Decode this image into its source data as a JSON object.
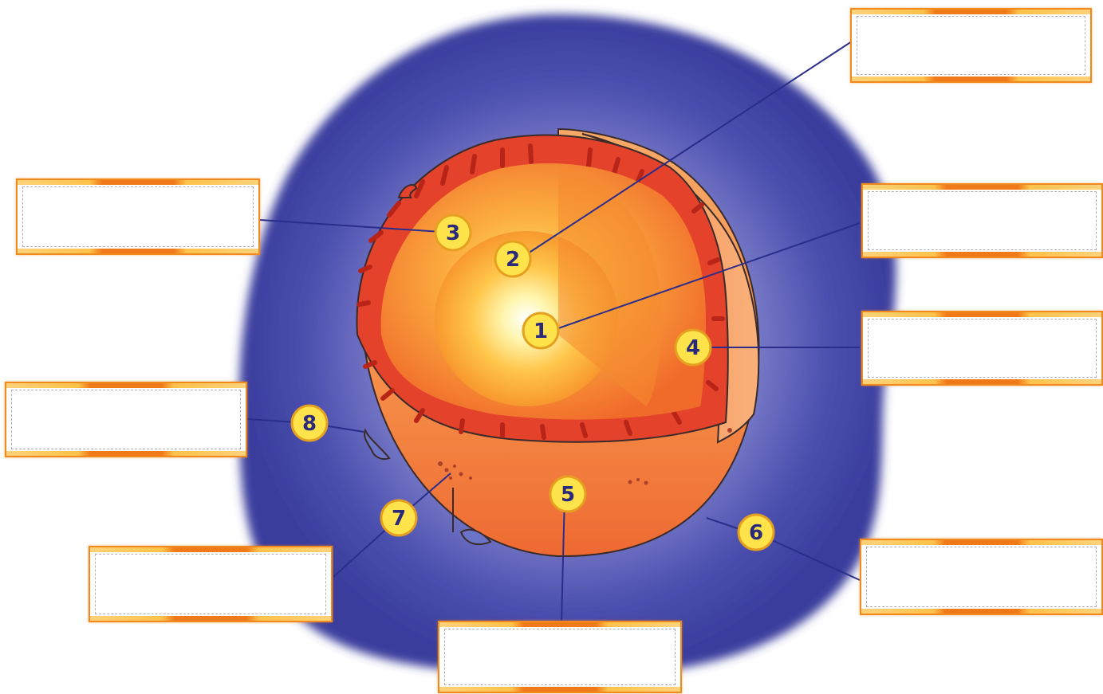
{
  "markers": [
    {
      "id": "m1",
      "number": "1"
    },
    {
      "id": "m2",
      "number": "2"
    },
    {
      "id": "m3",
      "number": "3"
    },
    {
      "id": "m4",
      "number": "4"
    },
    {
      "id": "m5",
      "number": "5"
    },
    {
      "id": "m6",
      "number": "6"
    },
    {
      "id": "m7",
      "number": "7"
    },
    {
      "id": "m8",
      "number": "8"
    }
  ],
  "label_boxes": [
    {
      "id": "box-1",
      "text": ""
    },
    {
      "id": "box-2",
      "text": ""
    },
    {
      "id": "box-3",
      "text": ""
    },
    {
      "id": "box-4",
      "text": ""
    },
    {
      "id": "box-5",
      "text": ""
    },
    {
      "id": "box-6",
      "text": ""
    },
    {
      "id": "box-7",
      "text": ""
    },
    {
      "id": "box-8",
      "text": ""
    }
  ],
  "colors": {
    "corona": "#3f43a3",
    "leader_line": "#2a2d8a",
    "marker_fill": "#ffe34a",
    "marker_text": "#2b2a7a",
    "core": "#fff6b0",
    "radiative_zone": "#f7a23a",
    "convective_zone": "#e4422a",
    "photosphere": "#f59452",
    "box_border": "#f08a1e"
  }
}
